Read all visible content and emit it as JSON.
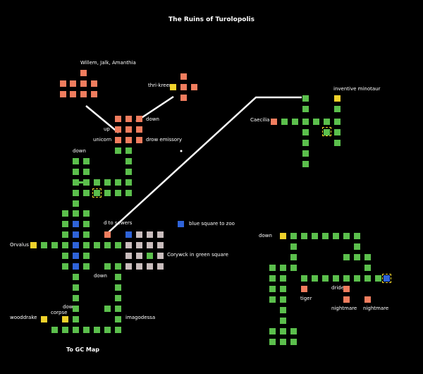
{
  "map": {
    "title": "The Ruins of Turolopolis",
    "colors": {
      "corridor": "#5bbf4c",
      "special": "#f07d5e",
      "portal": "#2f63d8",
      "exit": "#f0d22b",
      "building": "#c9bdbd",
      "background": "#000000"
    },
    "labels": {
      "willem": "Willem, Jalk, Amanthia",
      "thrikreen": "thri-kreen",
      "down_top": "down",
      "up": "up",
      "unicorn": "unicorn",
      "drow": "drow emissory",
      "down_left": "down",
      "minotaur": "inventive minotaur",
      "caecilia": "Caecilia",
      "sewers": "d to sewers",
      "zoo": "blue square to zoo",
      "orvalus": "Orvalus",
      "corywck": "Corywck in green square",
      "down_mid": "down",
      "down_bottom": "down",
      "corpse": "corpse",
      "wooddrake": "wooddrake",
      "imagodessa": "imagodessa",
      "togc": "To GC Map",
      "down_right": "down",
      "tiger": "tiger",
      "drider": "drider",
      "nightmare1": "nightmare",
      "nightmare2": "nightmare"
    }
  }
}
